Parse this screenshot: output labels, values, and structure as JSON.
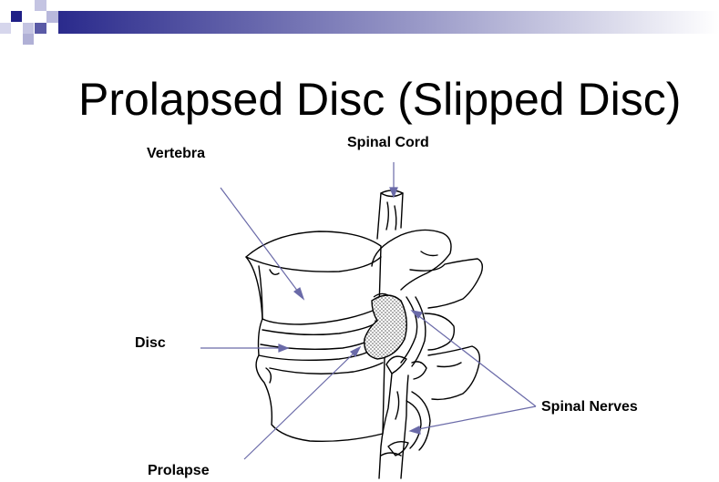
{
  "slide": {
    "title": "Prolapsed Disc (Slipped Disc)"
  },
  "labels": {
    "vertebra": "Vertebra",
    "spinal_cord": "Spinal Cord",
    "disc": "Disc",
    "spinal_nerves": "Spinal Nerves",
    "prolapse": "Prolapse"
  },
  "colors": {
    "banner_square_dark": "#1f1f86",
    "banner_square_light": "#b8b8dc",
    "banner_gradient_start": "#2a2a8c",
    "banner_gradient_end": "#ffffff",
    "arrow": "#6a6aa8",
    "outline": "#000000"
  }
}
